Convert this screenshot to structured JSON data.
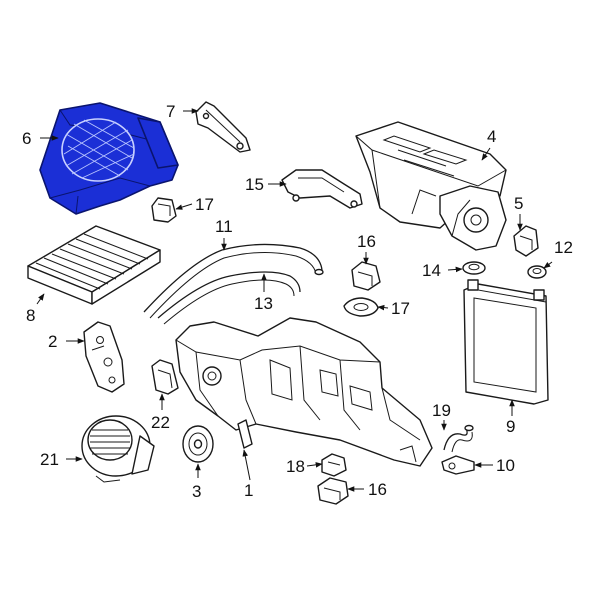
{
  "colors": {
    "highlight_fill": "#1b2fd6",
    "highlight_stroke": "#0a146e",
    "line": "#1a1a1a"
  },
  "highlighted_part": "6",
  "callouts": [
    "1",
    "2",
    "3",
    "4",
    "5",
    "6",
    "7",
    "8",
    "9",
    "10",
    "11",
    "12",
    "13",
    "14",
    "15",
    "16",
    "16",
    "17",
    "18",
    "19",
    "20",
    "21",
    "22"
  ]
}
